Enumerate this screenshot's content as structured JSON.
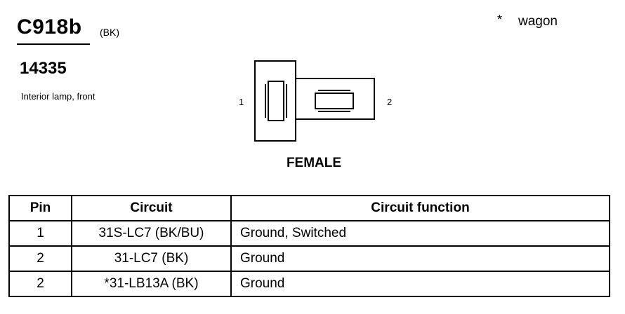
{
  "connector": {
    "id": "C918b",
    "color": "(BK)",
    "part_number": "14335",
    "description": "Interior lamp, front",
    "gender": "FEMALE",
    "pin_labels": [
      "1",
      "2"
    ]
  },
  "note": {
    "symbol": "*",
    "text": "wagon"
  },
  "table": {
    "headers": [
      "Pin",
      "Circuit",
      "Circuit function"
    ],
    "rows": [
      {
        "pin": "1",
        "circuit": "31S-LC7 (BK/BU)",
        "function": "Ground, Switched"
      },
      {
        "pin": "2",
        "circuit": "31-LC7 (BK)",
        "function": "Ground"
      },
      {
        "pin": "2",
        "circuit": "*31-LB13A (BK)",
        "function": "Ground"
      }
    ]
  }
}
